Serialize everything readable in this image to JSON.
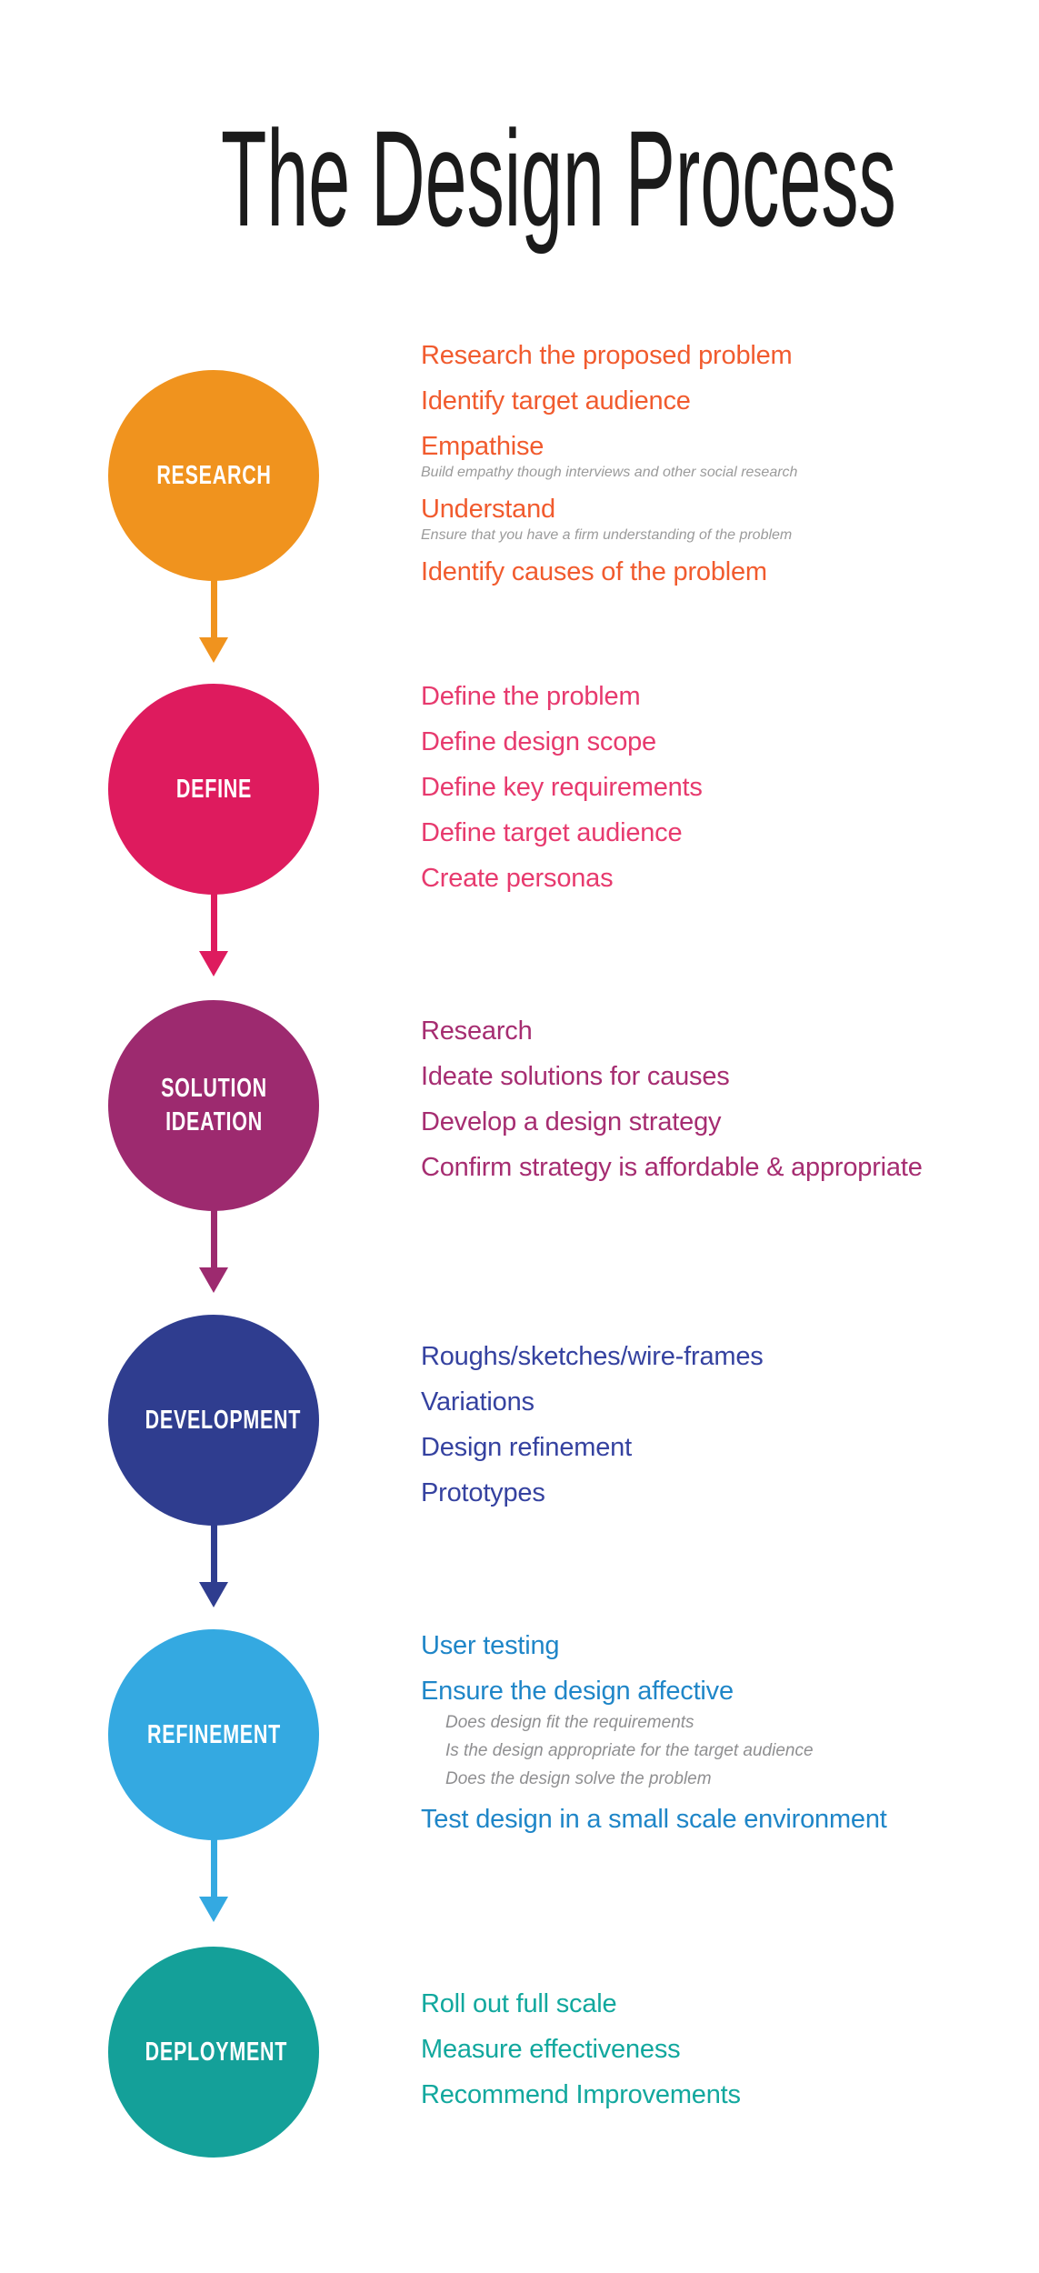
{
  "page": {
    "title": "The Design Process",
    "background": "#ffffff",
    "title_color": "#1b1b1b",
    "note_color": "#9b9b9b",
    "sub_color": "#8f8f91"
  },
  "stages": [
    {
      "label": "RESEARCH",
      "circle_color": "#F0931E",
      "text_color": "#F15B2E",
      "arrow_icon": "down-arrow-icon",
      "items": [
        {
          "text": "Research the proposed problem"
        },
        {
          "text": "Identify target audience"
        },
        {
          "text": "Empathise",
          "note": "Build empathy though interviews and other social research"
        },
        {
          "text": "Understand",
          "note": "Ensure that you have a firm understanding of the problem"
        },
        {
          "text": "Identify causes of the problem"
        }
      ]
    },
    {
      "label": "DEFINE",
      "circle_color": "#DE1B5E",
      "text_color": "#E73A6E",
      "arrow_icon": "down-arrow-icon",
      "items": [
        {
          "text": "Define the problem"
        },
        {
          "text": "Define design scope"
        },
        {
          "text": "Define key requirements"
        },
        {
          "text": "Define target audience"
        },
        {
          "text": "Create personas"
        }
      ]
    },
    {
      "label": "SOLUTION IDEATION",
      "circle_color": "#9D2A6F",
      "text_color": "#A62D71",
      "arrow_icon": "down-arrow-icon",
      "items": [
        {
          "text": "Research"
        },
        {
          "text": "Ideate solutions for causes"
        },
        {
          "text": "Develop a design strategy"
        },
        {
          "text": "Confirm strategy is affordable & appropriate"
        }
      ]
    },
    {
      "label": "DEVELOPMENT",
      "circle_color": "#2F3D8F",
      "text_color": "#3542A0",
      "arrow_icon": "down-arrow-icon",
      "items": [
        {
          "text": "Roughs/sketches/wire-frames"
        },
        {
          "text": "Variations"
        },
        {
          "text": "Design refinement"
        },
        {
          "text": "Prototypes"
        }
      ]
    },
    {
      "label": "REFINEMENT",
      "circle_color": "#34A9E1",
      "text_color": "#1F86C8",
      "arrow_icon": "down-arrow-icon",
      "items": [
        {
          "text": "User testing"
        },
        {
          "text": "Ensure the design affective",
          "subs": [
            "Does design fit the requirements",
            "Is the design appropriate for the target audience",
            "Does the design solve the problem"
          ]
        },
        {
          "text": "Test design in a small scale environment"
        }
      ]
    },
    {
      "label": "DEPLOYMENT",
      "circle_color": "#14A099",
      "text_color": "#12A89E",
      "items": [
        {
          "text": "Roll out full scale"
        },
        {
          "text": "Measure effectiveness"
        },
        {
          "text": "Recommend Improvements"
        }
      ]
    }
  ]
}
